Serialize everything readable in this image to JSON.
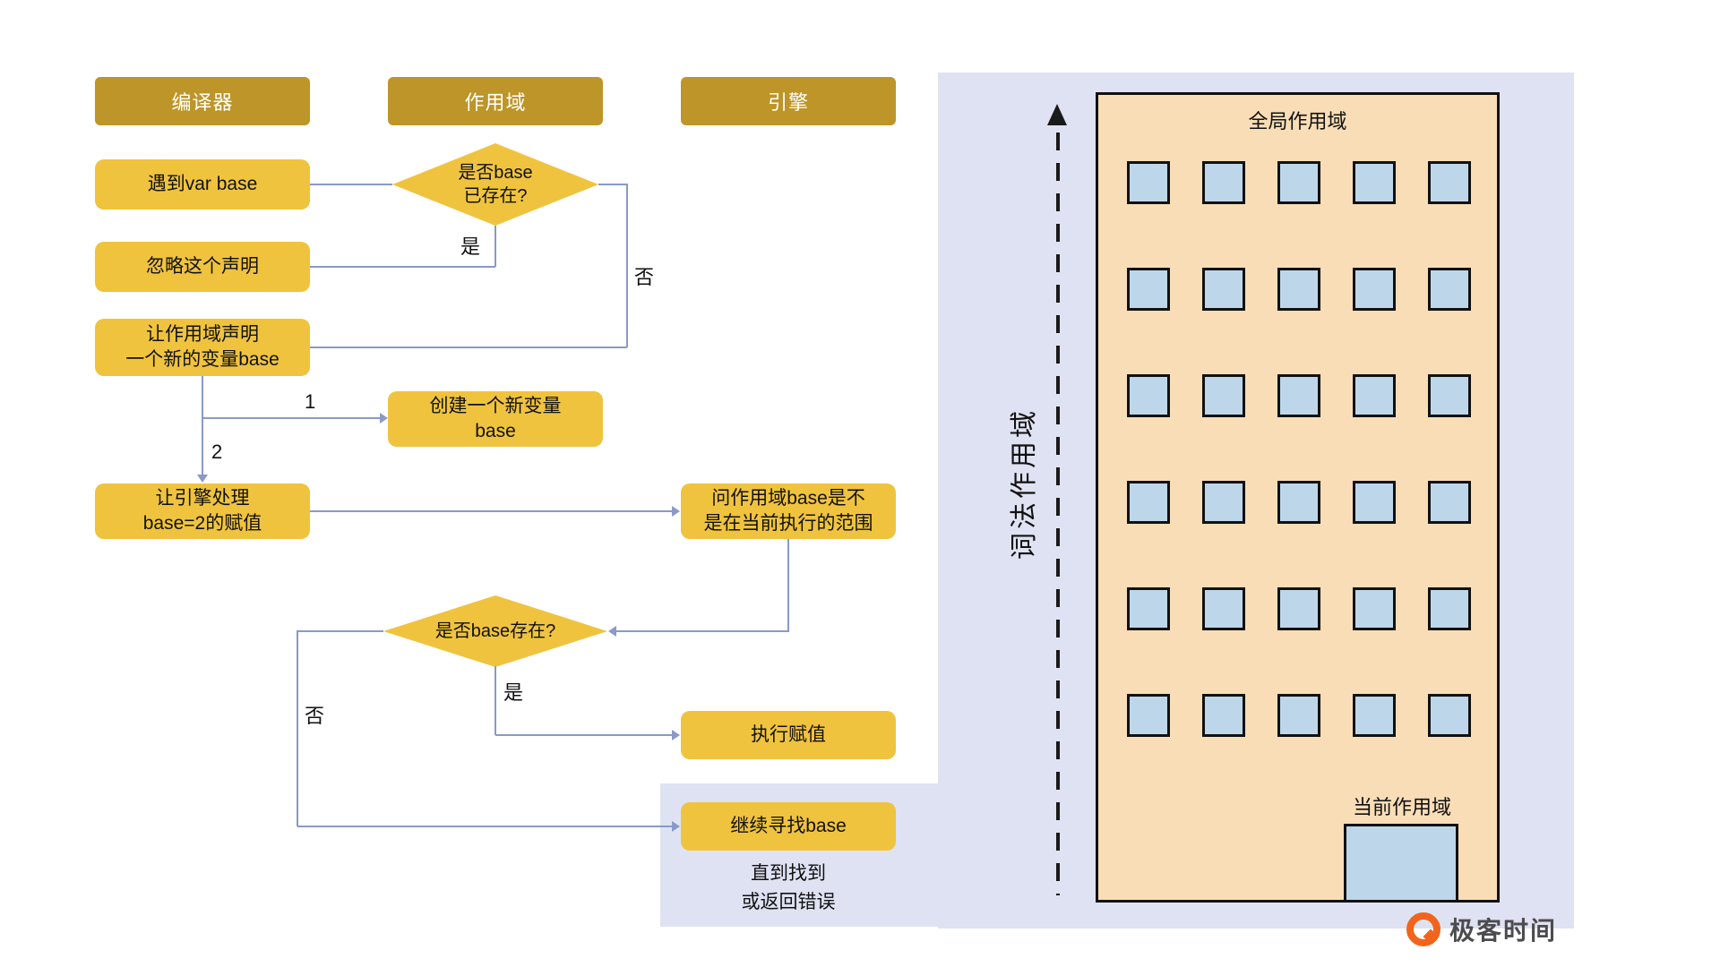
{
  "headers": {
    "compiler": "编译器",
    "scope": "作用域",
    "engine": "引擎"
  },
  "flow": {
    "nodes": {
      "encounter": "遇到var base",
      "exists_check": "是否base\n已存在?",
      "ignore": "忽略这个声明",
      "declare": "让作用域声明\n一个新的变量base",
      "create": "创建一个新变量\nbase",
      "engine_handle": "让引擎处理\nbase=2的赋值",
      "ask_scope": "问作用域base是不\n是在当前执行的范围",
      "base_exists": "是否base存在?",
      "assign": "执行赋值",
      "keep_looking": "继续寻找base",
      "until": "直到找到\n或返回错误"
    },
    "labels": {
      "yes1": "是",
      "no1": "否",
      "one": "1",
      "two": "2",
      "yes2": "是",
      "no2": "否"
    }
  },
  "panel": {
    "lexical_scope": "词法作用域",
    "global_scope": "全局作用域",
    "current_scope": "当前作用域",
    "building": {
      "rows": 6,
      "cols": 5
    }
  },
  "brand": {
    "name": "极客时间"
  },
  "colors": {
    "header_bg": "#bd9528",
    "header_text": "#ffffff",
    "node_bg": "#f0c33f",
    "node_text": "#111111",
    "line": "#8a99c7",
    "panel_bg": "#dfe2f2",
    "building_bg": "#f9ddb6",
    "building_border": "#111111",
    "window_bg": "#bdd6ea",
    "brand_orange": "#f2641c",
    "brand_text": "#4c4c4e"
  }
}
